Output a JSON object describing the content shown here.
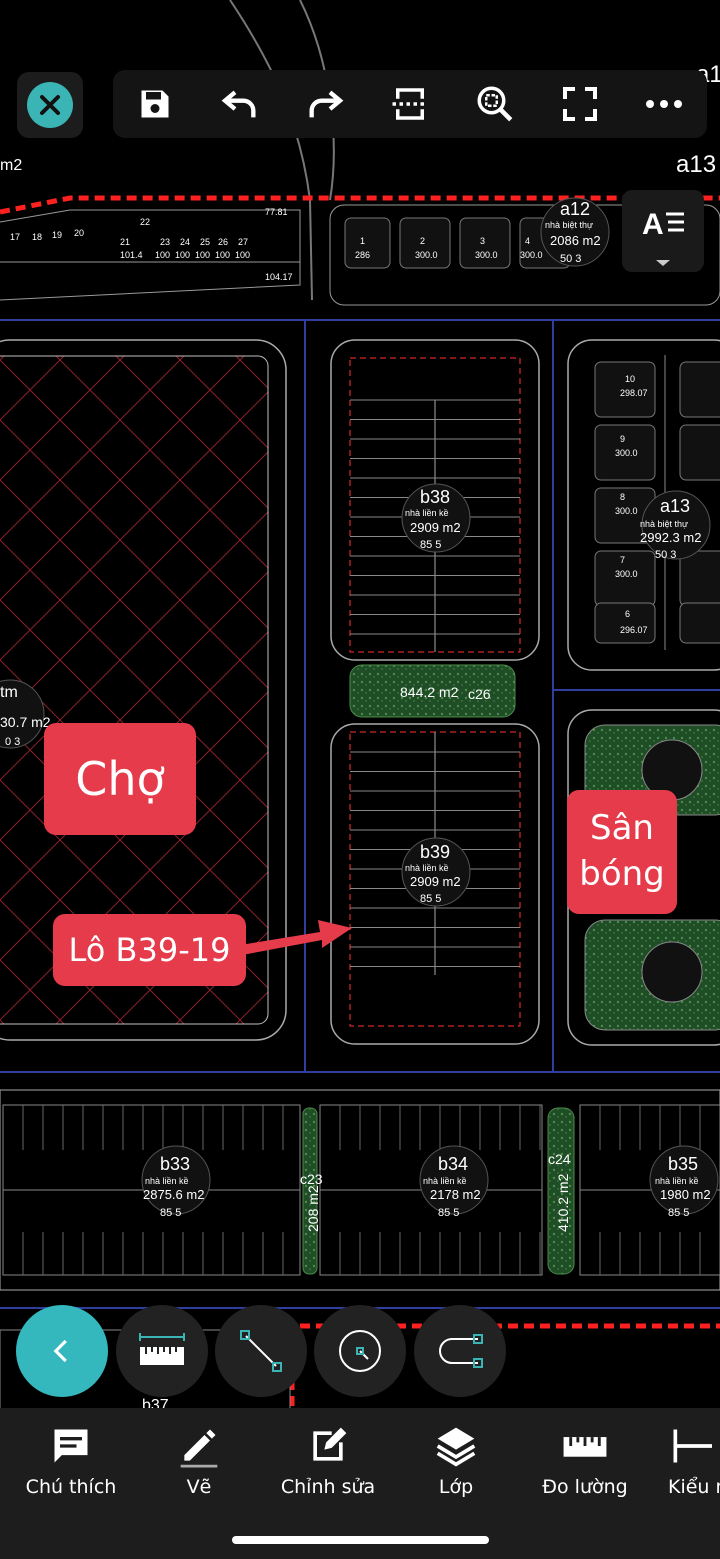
{
  "toolbar": {
    "buttons": [
      "save",
      "undo",
      "redo",
      "section",
      "zoom-extents",
      "fullscreen",
      "more"
    ]
  },
  "map_labels": {
    "cho": "Chợ",
    "lo": "Lô B39-19",
    "san_line1": "Sân",
    "san_line2": "bóng"
  },
  "blocks": {
    "a12": {
      "code": "a12",
      "type": "nhà biệt thự",
      "area": "2086 m2",
      "floors": "50 3"
    },
    "a13": {
      "code": "a13",
      "type": "nhà biệt thự",
      "area": "2992.3 m2",
      "floors": "50 3"
    },
    "a13_top": "a13",
    "a1_top": "a1",
    "b38": {
      "code": "b38",
      "type": "nhà liền kề",
      "area": "2909 m2",
      "floors": "85 5"
    },
    "b39": {
      "code": "b39",
      "type": "nhà liền kề",
      "area": "2909 m2",
      "floors": "85 5"
    },
    "c26": {
      "code": "c26",
      "area": "844.2 m2"
    },
    "b33": {
      "code": "b33",
      "type": "nhà liền kề",
      "area": "2875.6 m2",
      "floors": "85 5"
    },
    "b34": {
      "code": "b34",
      "type": "nhà liền kề",
      "area": "2178 m2",
      "floors": "85 5"
    },
    "b35": {
      "code": "b35",
      "type": "nhà liền kề",
      "area": "1980 m2",
      "floors": "85 5"
    },
    "c23": {
      "code": "c23",
      "area": "208 m2"
    },
    "c24": {
      "code": "c24",
      "area": "410.2 m2"
    },
    "b37": "b37",
    "tm": {
      "code": "tm",
      "area": "30.7 m2",
      "floors": "0 3"
    },
    "m2_left": "m2"
  },
  "fabs": [
    "back",
    "ruler",
    "line",
    "circle",
    "polyline"
  ],
  "bottom_nav": [
    {
      "label": "Chú thích",
      "icon": "comment-icon"
    },
    {
      "label": "Vẽ",
      "icon": "pencil-icon"
    },
    {
      "label": "Chỉnh sửa",
      "icon": "edit-icon"
    },
    {
      "label": "Lớp",
      "icon": "layers-icon"
    },
    {
      "label": "Đo lường",
      "icon": "ruler-icon"
    },
    {
      "label": "Kiểu m",
      "icon": "dimension-icon"
    }
  ],
  "colors": {
    "accent": "#35b8bd",
    "label_red": "#e53b4b",
    "boundary_red": "#ff2020",
    "green_area": "#2a5a2a",
    "toolbar_bg": "#141414",
    "nav_bg": "#1d1d1d"
  }
}
